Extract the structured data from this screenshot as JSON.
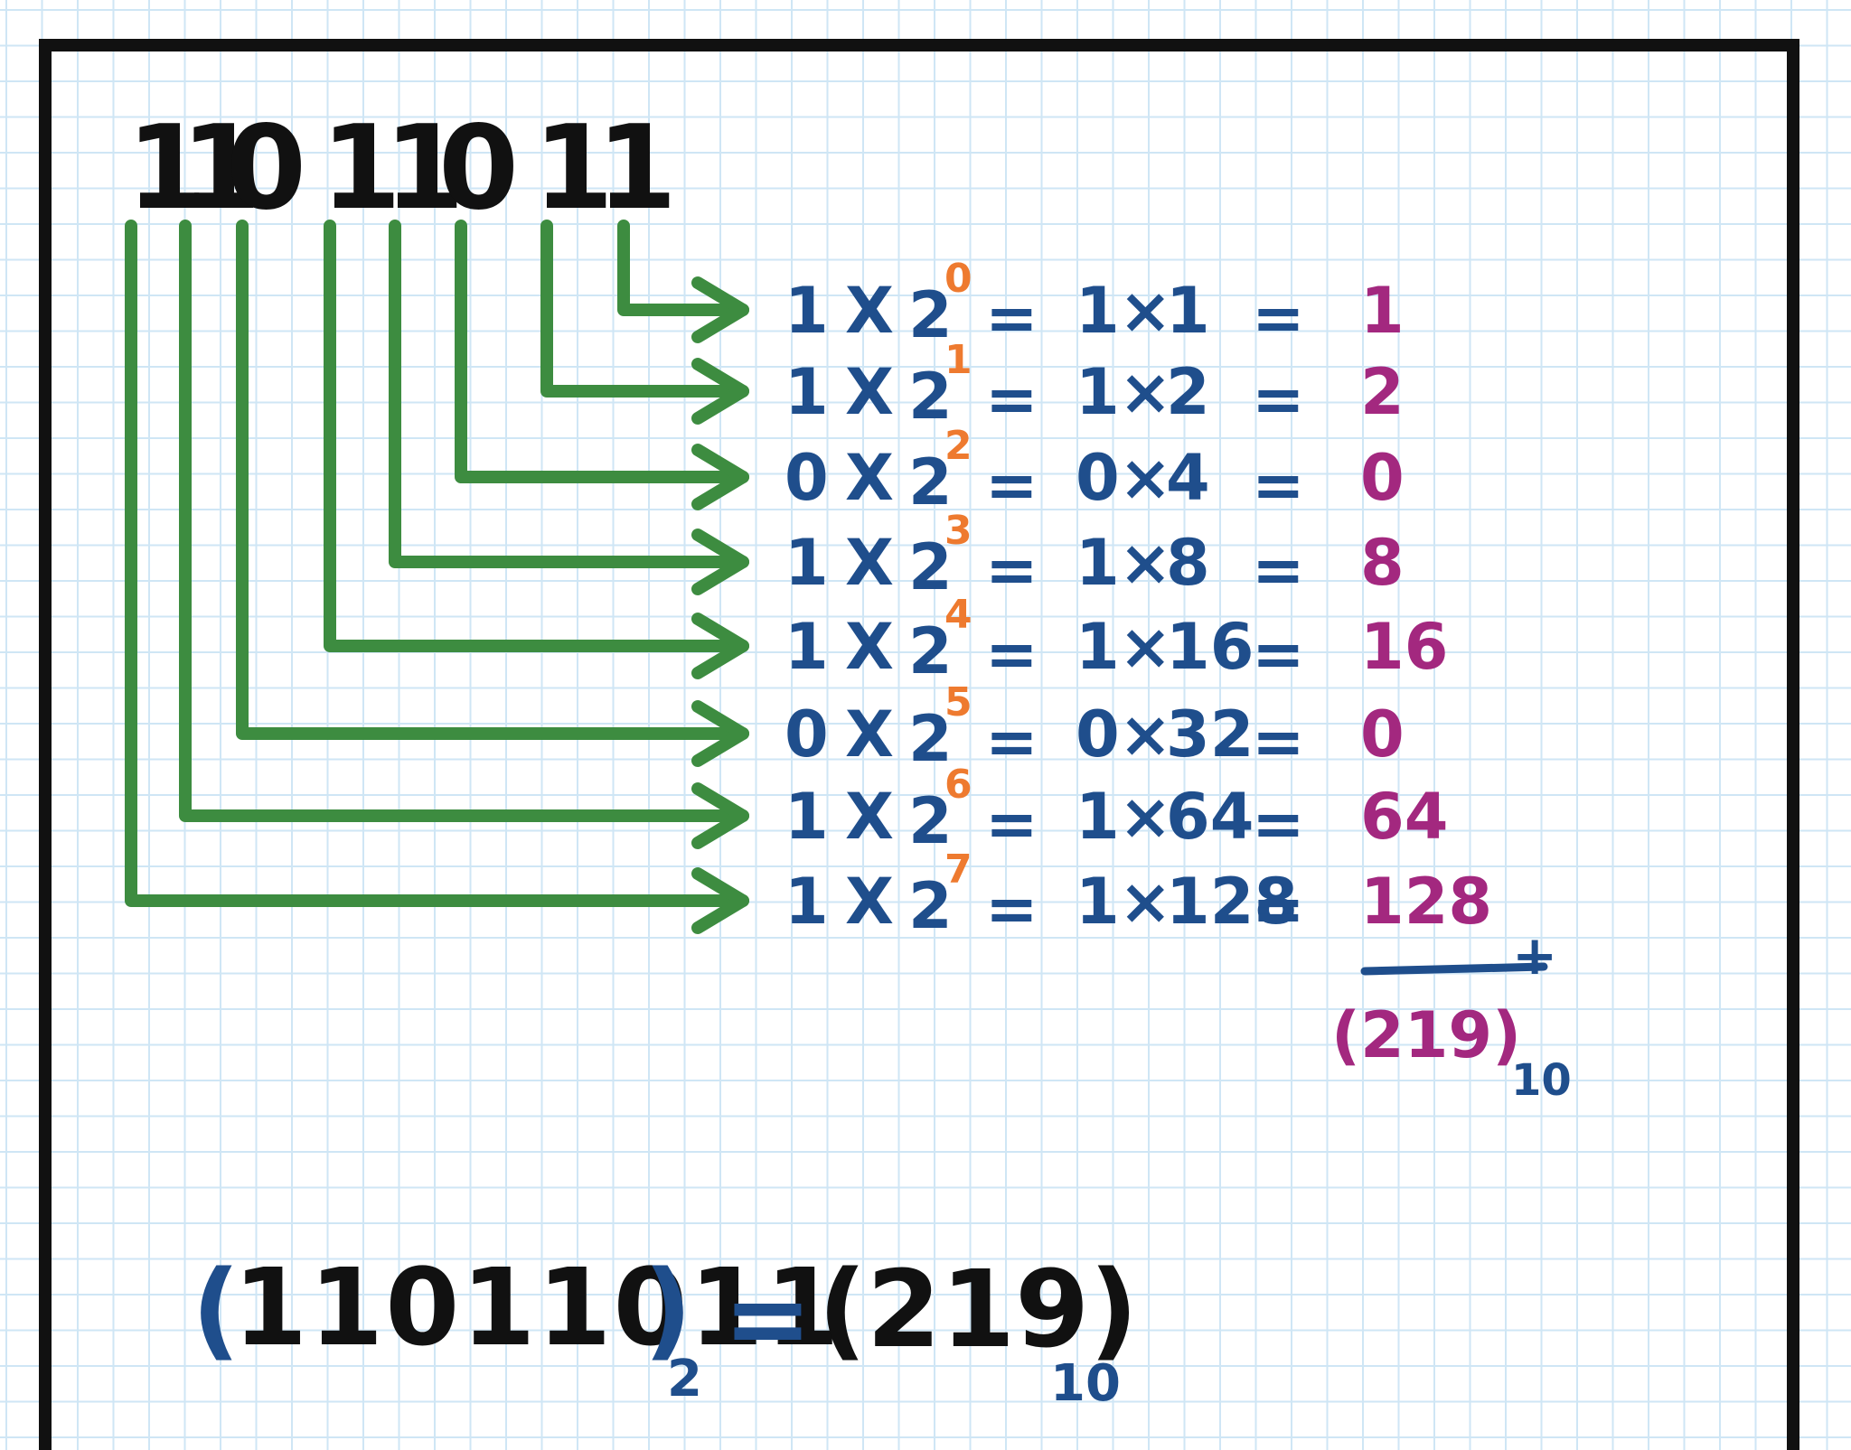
{
  "colors": {
    "frame": "#111111",
    "grid": "#cfe6f5",
    "arrow": "#3d8c40",
    "expression": "#1f4e8c",
    "exponent": "#ee7a2f",
    "result": "#a3287f",
    "digit": "#111111"
  },
  "binary_digits": [
    "1",
    "1",
    "0",
    "1",
    "1",
    "0",
    "1",
    "1"
  ],
  "rows": [
    {
      "bit": "1",
      "base": "2",
      "exp": "0",
      "eq": "=",
      "bit2": "1",
      "mul": "×",
      "pow": "1",
      "eq2": "=",
      "value": "1"
    },
    {
      "bit": "1",
      "base": "2",
      "exp": "1",
      "eq": "=",
      "bit2": "1",
      "mul": "×",
      "pow": "2",
      "eq2": "=",
      "value": "2"
    },
    {
      "bit": "0",
      "base": "2",
      "exp": "2",
      "eq": "=",
      "bit2": "0",
      "mul": "×",
      "pow": "4",
      "eq2": "=",
      "value": "0"
    },
    {
      "bit": "1",
      "base": "2",
      "exp": "3",
      "eq": "=",
      "bit2": "1",
      "mul": "×",
      "pow": "8",
      "eq2": "=",
      "value": "8"
    },
    {
      "bit": "1",
      "base": "2",
      "exp": "4",
      "eq": "=",
      "bit2": "1",
      "mul": "×",
      "pow": "16",
      "eq2": "=",
      "value": "16"
    },
    {
      "bit": "0",
      "base": "2",
      "exp": "5",
      "eq": "=",
      "bit2": "0",
      "mul": "×",
      "pow": "32",
      "eq2": "=",
      "value": "0"
    },
    {
      "bit": "1",
      "base": "2",
      "exp": "6",
      "eq": "=",
      "bit2": "1",
      "mul": "×",
      "pow": "64",
      "eq2": "=",
      "value": "64"
    },
    {
      "bit": "1",
      "base": "2",
      "exp": "7",
      "eq": "=",
      "bit2": "1",
      "mul": "×",
      "pow": "128",
      "eq2": "=",
      "value": "128"
    }
  ],
  "times_symbol": "X",
  "sum": {
    "plus": "+",
    "total": "(219)",
    "base": "10"
  },
  "conclusion": {
    "open": "(",
    "binary": "11011011",
    "close": ")",
    "binary_base": "2",
    "equals": "=",
    "decimal": "(219)",
    "decimal_base": "10"
  }
}
